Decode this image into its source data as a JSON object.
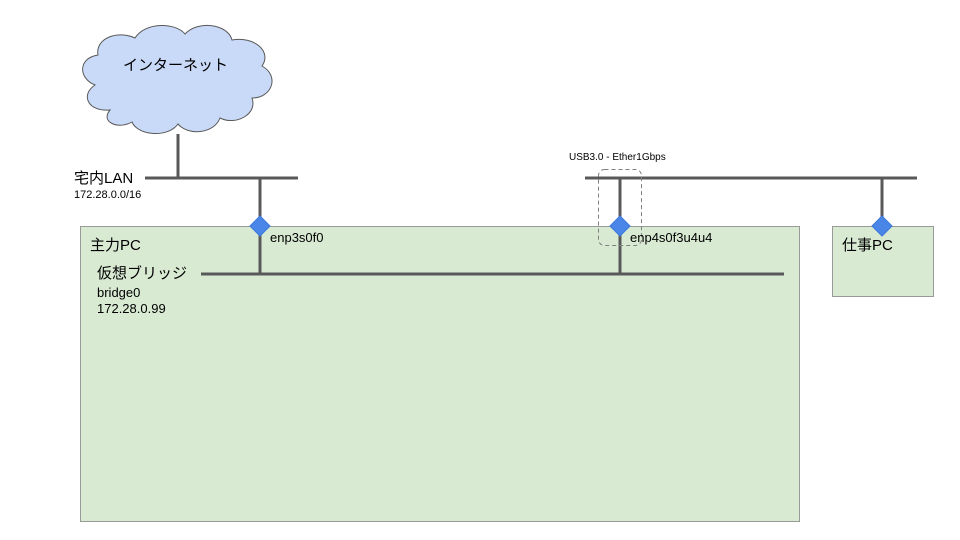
{
  "cloud": {
    "label": "インターネット",
    "fill": "#c9daf8",
    "stroke": "#595959"
  },
  "home_lan": {
    "name": "宅内LAN",
    "subnet": "172.28.0.0/16"
  },
  "main_pc": {
    "title": "主力PC",
    "bridge": {
      "name": "仮想ブリッジ",
      "device": "bridge0",
      "ip": "172.28.0.99"
    },
    "interfaces": [
      {
        "name": "enp3s0f0"
      },
      {
        "name": "enp4s0f3u4u4"
      }
    ]
  },
  "usb_adapter": {
    "label": "USB3.0 - Ether1Gbps"
  },
  "work_pc": {
    "title": "仕事PC"
  },
  "colors": {
    "pc_fill": "#d9ead3",
    "pc_stroke": "#999999",
    "line": "#595959",
    "port": "#4a86e8"
  }
}
